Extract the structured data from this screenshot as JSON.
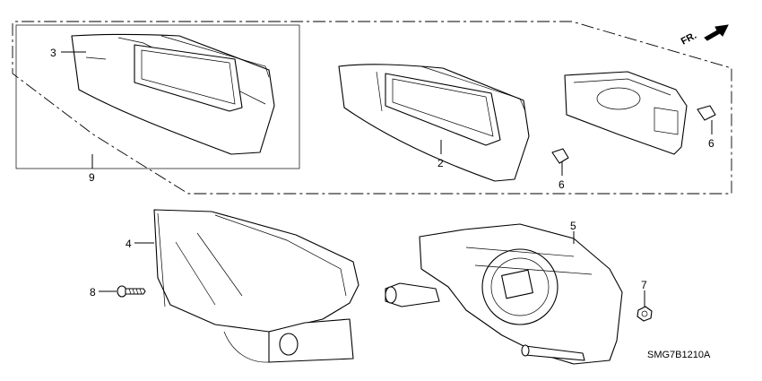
{
  "callouts": {
    "c1": "3",
    "c2": "2",
    "c3": "9",
    "c4": "6",
    "c5": "6",
    "c6": "4",
    "c7": "8",
    "c8": "5",
    "c9": "7"
  },
  "direction_marker": "FR.",
  "diagram_code": "SMG7B1210A"
}
